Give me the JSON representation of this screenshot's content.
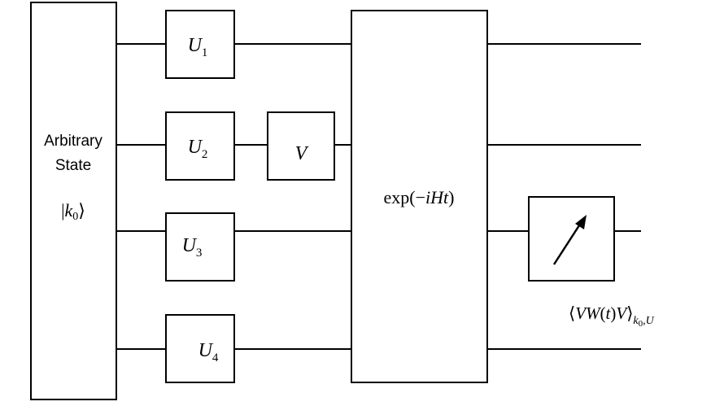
{
  "state_block": {
    "line1": "Arbitrary",
    "line2": "State",
    "ket_open": "|",
    "ket_var": "k",
    "ket_sub": "0",
    "ket_close": "⟩"
  },
  "gates": {
    "u1": {
      "base": "U",
      "sub": "1"
    },
    "u2": {
      "base": "U",
      "sub": "2"
    },
    "u3": {
      "base": "U",
      "sub": "3"
    },
    "u4": {
      "base": "U",
      "sub": "4"
    },
    "v": {
      "label": "V"
    }
  },
  "evolution": {
    "fn": "exp(",
    "minus": "−",
    "arg": "iHt",
    "close": ")"
  },
  "measurement": {
    "open": "⟨",
    "body": "VW",
    "paren_open": "(",
    "t": "t",
    "paren_close": ")",
    "v": "V",
    "close": "⟩",
    "sub_k": "k",
    "sub_0": "0",
    "sub_rest": ",U"
  }
}
